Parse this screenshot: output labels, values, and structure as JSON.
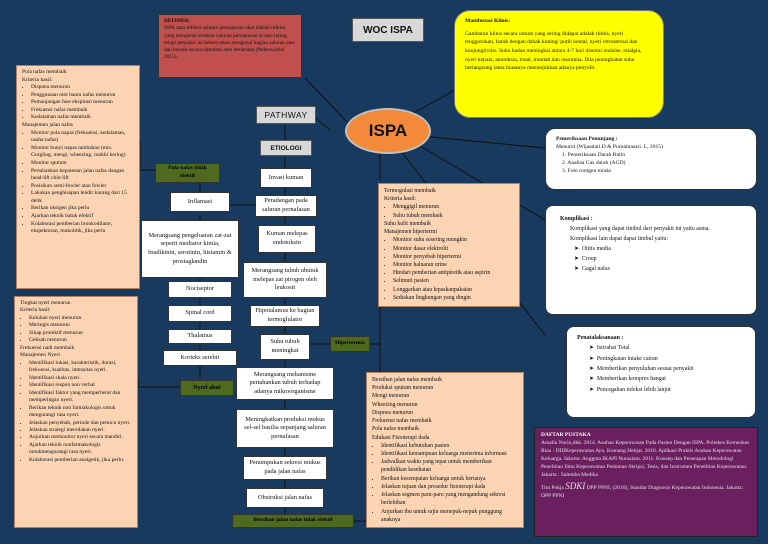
{
  "title": "WOC ISPA",
  "center": "ISPA",
  "pathway": "PATHWAY",
  "etiologi": "ETIOLOGI",
  "definisi": {
    "heading": "DEFINISI;",
    "text": "ISPA atau infeksi saluran pernapasan akut adalah infeksi yang mengenai struktur saluran pernapasan di atas laring, tetapi penyakit ini kebanyakan mengenai bagian saluran atas dan bawah secara simultan atau berurutan (Nelson,edisi 2015)"
  },
  "manifestasi": {
    "heading": "Manifestasi Klinis:",
    "text": "Gambaran klinis secara umum yang sering didapat adalah rinitis, nyeri tenggorokan, batuk dengan dahak kuning/ putih kental, nyeri retrosternal dan konjungtivitis. Suhu badan meningkat antara 4-7 hari disertai malaise, mialgia, nyeri kepala, anoreksia, mual, muntah dan insomnia. Bila peningkatan suhu berlangsung lama biasanya menunjukkan adanya penyulit"
  },
  "pemeriksaan": {
    "heading": "Pemeriksaan Penunjang :",
    "sub": "Menurut (Wijaadari.D & Purnamasari. L, 2015)",
    "items": [
      "1.    Pemeriksaan Darah Rutin",
      "2.    Analisa Gas darah (AGD)",
      "3.    Foto rontgen toraks"
    ]
  },
  "komplikasi": {
    "heading": "Komplikasi :",
    "intro": "Komplikasi yang dapat timbul dari penyakit ini yaitu asma.",
    "sub": "Komplikasi lain dapat dapat timbul yaitu:",
    "items": [
      "Otitis media",
      "Croup",
      "Gagal nafas"
    ]
  },
  "penatalaksanaan": {
    "heading": "Penatalaksanaan :",
    "items": [
      "Istirahat Total",
      "Peningkatan intake cairan",
      "Memberikan penyuluhan sesuai penyakit",
      "Memberikan kompres hangat",
      "Pencegahan infeksi lebih lanjut"
    ]
  },
  "pustaka": {
    "heading": "DAFTAR PUSTAKA",
    "text": "Amalia Nurin,dkk. 2014. Asuhan Keperawatan Pada Pasien Dengan ISPA. Poltekes Kemenkes Riau : DIIIKeperawatan Ayu, Komang Hehjar. 2010. Aplikasi Praktis Asuhan Keperawatan Keluarga. Jakarta: Anggota IKAPI Nursalam. 2011. Konsep dan Penerapan Metodologi Penelitian Ilmu Keperawatan Pedoman Skripsi, Tesis, dan Instrumen Penelitian Keperawatan. Jakarta : Salemba Medika",
    "sdki_pre": "Tim Pokja ",
    "sdki": "SDKI",
    "sdki_post": " DPP PPNI, (2016), Standar Diagnosis Keperawatan Indonesia. Jakarta: DPP PPNI"
  },
  "left1": {
    "lines": [
      "Pola nafas membaik",
      "Kriteria hasil:"
    ],
    "bullets": [
      "Dispnea menurun",
      "Penggunaan otot bantu nafas menurun",
      "Pemanjangan fase ekspirasi menurun",
      "Frekuensi nafas membaik",
      "Kedalaman nafas membaik"
    ],
    "lines2": [
      "Manajemen jalan nafas"
    ],
    "bullets2": [
      "Monitor pola napas (frekuensi, kedalaman, usaha nafas)",
      "Monitor bunyi napas tambahan (mis. Gurgling, mengi, wheezing, ronkhi kering)",
      "Monitor sputum",
      "Pertahankan kepatenan jalan nafas dangan head-lift chin-lift",
      "Posisikan semi-fowler atau fowler",
      "Lakukan penghisapan lendir kurang dari 15 detik",
      "Berikan oksigen jika perlu",
      "Ajarkan teknik batuk efektif",
      "Kolaborasi pemberian bronkodilator, ekspektoran, mukolitik, jika perlu"
    ]
  },
  "left2": {
    "lines": [
      "Tingkat nyeri menurun",
      "Kriteria hasil:"
    ],
    "bullets": [
      "Keluhan nyeri menurun",
      "Meringis menurun",
      "Sikap protektif menurun",
      "Gelisah menurun"
    ],
    "lines2": [
      "Frekuensi nadi membaik",
      "Manajemen Nyeri"
    ],
    "bullets2": [
      "Identifikasi lokasi, karakteristik, durasi, frekuensi, kualitas, intensitas nyeri.",
      "Identifikasi skala nyeri.",
      "Identifikasi respon non verbal",
      "Identifikasi faktor yang memperberat dan memperingan nyeri.",
      "Berikan teknik non farmakologis untuk mengurangi rasa nyeri.",
      "Jelaskan penyebab, periode dan pemicu nyeri.",
      "Jelaskan strategi meredakan nyeri.",
      "Anjurkan memonitor nyeri secara mandiri.",
      "Ajarkan teknik nonfarmakologis untukmengurangi rasa nyeri.",
      "Kolaborasi pemberian analgetik, jika perlu."
    ]
  },
  "right1": {
    "lines": [
      "Termogulasi membaik",
      "Kriteria hasil:"
    ],
    "bullets": [
      "Menggigil menurun",
      "Suhu tubuh membaik"
    ],
    "lines2": [
      "Suhu kulit membaik",
      "Manajemen hipertermi"
    ],
    "bullets2": [
      "Monitor suhu sesering mungkin",
      "Monitor dasar elektrolit",
      "Monitor penyebab hipertermi",
      "Monitor haluaran urine",
      "Hindari pemberian antipiretik atau aspirin",
      "Selimuti pasien",
      "Longgarkan atau lepaskanpakaian",
      "Sediakan lingkungan yang dingin"
    ]
  },
  "right2": {
    "lines": [
      "Bersihan jalan nafas membaik",
      "Produksi sputum menurun",
      "Mengi menurun",
      "Wheezing menurun",
      "Dispnea menurun",
      "Frekuensi nafas membaik",
      "Pola nafas membaik",
      "Edukasi Fisioterapi dada"
    ],
    "bullets": [
      "Identifikasi kebutuhan pasien",
      "Identifikasi kemampuan keluarga menerima informasi",
      "Jadwalkan waktu yang tepat untuk memberikan pendidikan kesehatan",
      "Berikan kesempatan keluarga untuk bertanya",
      "Jelaskan tujuan dan prosedur fisioterapi dada",
      "Jelaskan segmen paru-paru yang mengandung sekresi berlebihan",
      "Anjurkan ibu untuk rajin menepuk-nepuk punggung anaknya"
    ]
  },
  "flow": {
    "invasi": "Invasi kuman",
    "peradangan": "Peradangan pada saluran pernafasan",
    "kuman": "Kuman melepas endotoksin",
    "merangsang_tubuh": "Merangsang tubuh ubutuk melepas zat pirogen oleh leukosit",
    "hipotalamus": "Hipotalamus ke bagian termoglulator",
    "suhu": "Suhu tubuh meningkat",
    "mekanisme": "Merangsang mekanisme pertahankan tubuh terhadap adanya mikroorganisme",
    "produksi": "Meningkatkan produksi mukus sel-sel basilia sepanjang saluran pernafasan",
    "sekresi": "Penumpukan sekresi mukus pada jalan nafas",
    "obstruksi": "Obstruksi jalan nafas",
    "inflamasi": "Inflamasi",
    "pengeluaran": "Merangsang pengeluaran zat-zat seperti mediator kimia, bradikinin, serotinin, histamin & prostaglandin",
    "nociseptor": "Nociseptor",
    "spinal": "Spinal cord",
    "thalamus": "Thalamus",
    "korteks": "Korteks serebri"
  },
  "dx": {
    "pola": "Pola nafas tidak efektif",
    "nyeri": "Nyeri akut",
    "hipertermi": "Hipertermia",
    "bersihan": "Bersihan jalan nafas tidak efektif"
  },
  "colors": {
    "background": "#173a5e",
    "definisi": "#c0504d",
    "manifestasi": "#ffff00",
    "center": "#f28a3a",
    "peach": "#fbd4b4",
    "dx_green": "#4e6a1f",
    "pustaka": "#6a1f5e"
  }
}
